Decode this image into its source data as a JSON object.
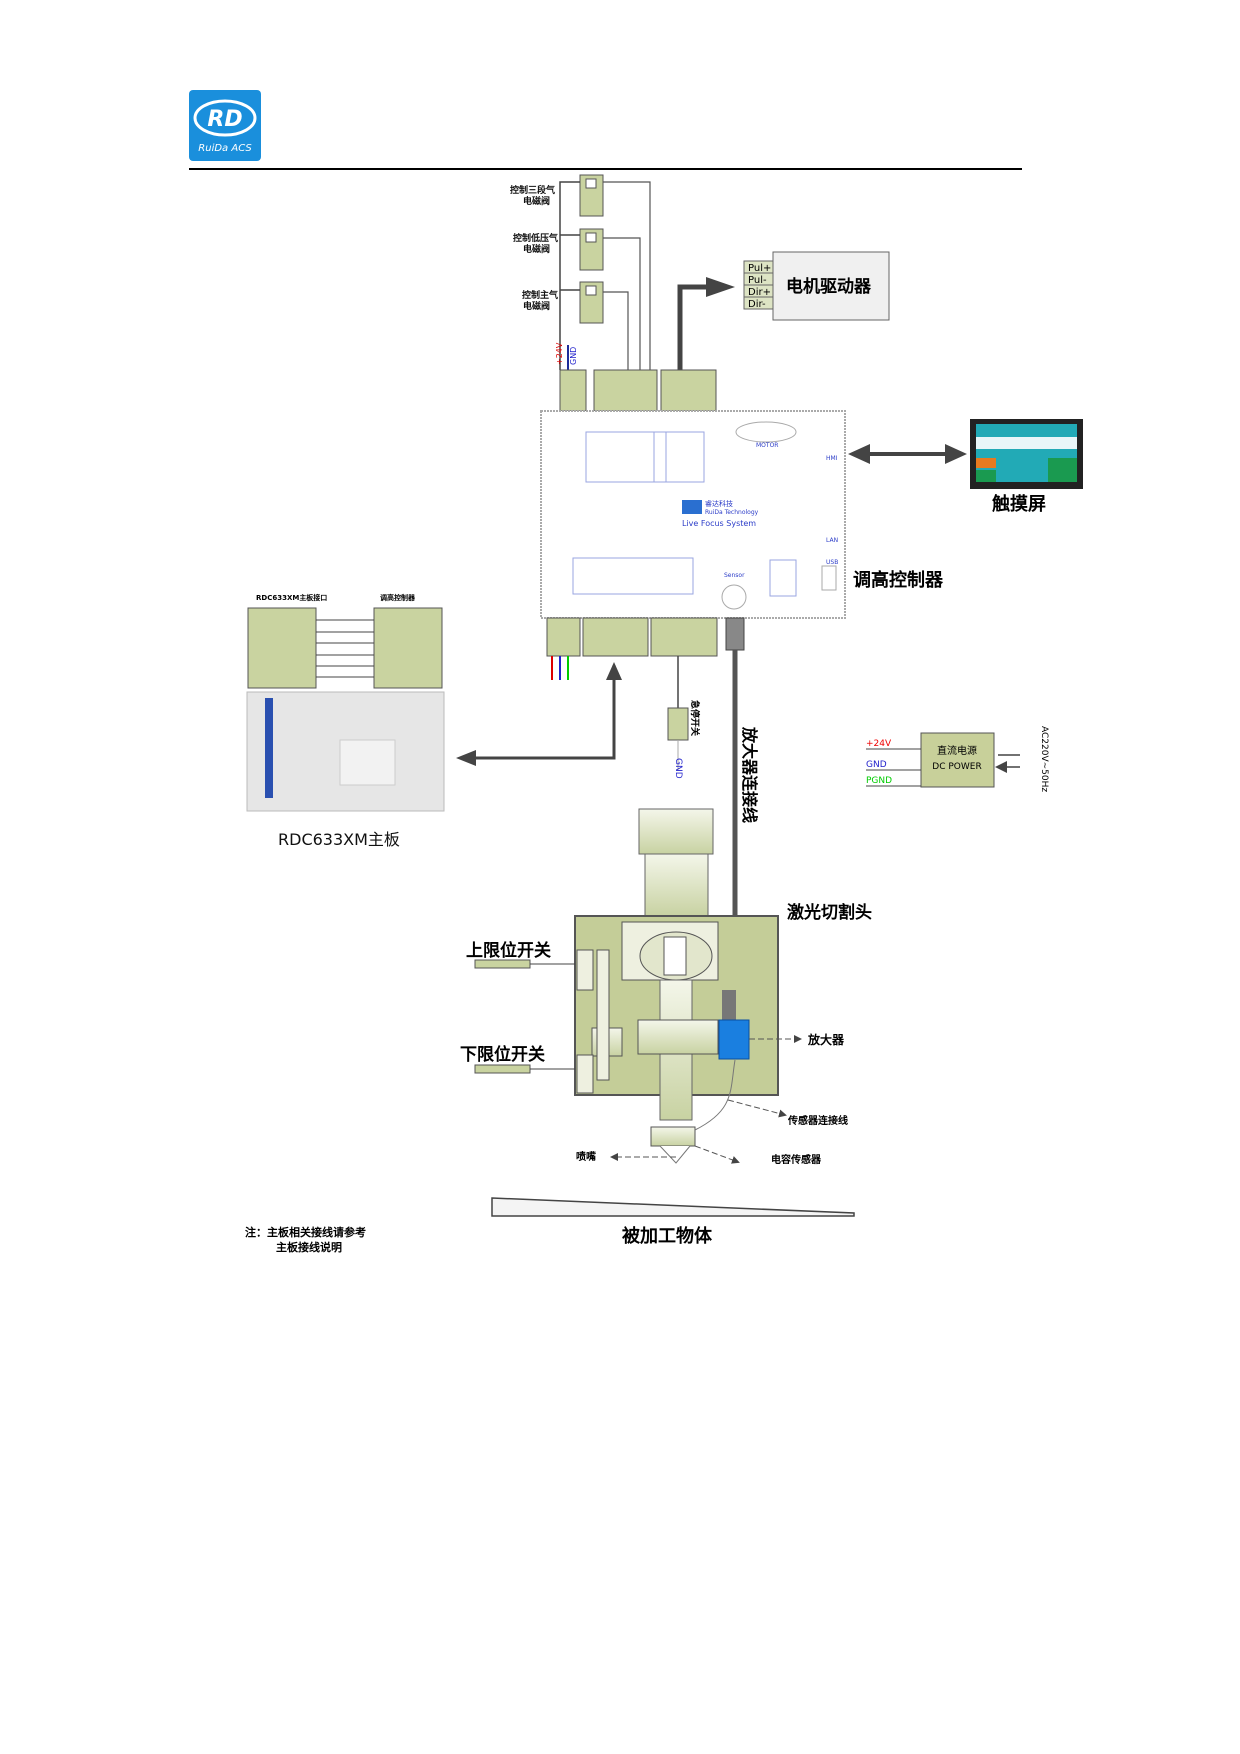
{
  "header": {
    "logo_text": "RD",
    "logo_subtitle": "RuiDa ACS"
  },
  "valves": [
    {
      "label_line1": "控制三段气",
      "label_line2": "电磁阀"
    },
    {
      "label_line1": "控制低压气",
      "label_line2": "电磁阀"
    },
    {
      "label_line1": "控制主气",
      "label_line2": "电磁阀"
    }
  ],
  "power_wires": {
    "plus24": "+24V",
    "gnd": "GND"
  },
  "motor_driver": {
    "title": "电机驱动器",
    "pins": [
      "Pul+",
      "Pul-",
      "Dir+",
      "Dir-"
    ]
  },
  "controller": {
    "label": "调高控制器",
    "brand_cn": "睿达科技",
    "brand_en": "RuiDa Technology",
    "system": "Live Focus System",
    "motor_port": "MOTOR",
    "hmi_port": "HMI",
    "lan_port": "LAN",
    "usb_port": "USB",
    "sensor_port": "Sensor"
  },
  "touch_screen": {
    "label": "触摸屏"
  },
  "mainboard": {
    "label": "RDC633XM主板",
    "interface_header": "RDC633XM主板接口",
    "controller_header": "调高控制器"
  },
  "alarm": {
    "label": "急停开关",
    "gnd": "GND"
  },
  "amp_cable": {
    "label": "放大器连接线"
  },
  "dc_power": {
    "title_cn": "直流电源",
    "title_en": "DC POWER",
    "plus24": "+24V",
    "gnd": "GND",
    "pgnd": "PGND",
    "ac_input": "AC220V~50Hz"
  },
  "laser_head": {
    "label": "激光切割头",
    "upper_limit": "上限位开关",
    "lower_limit": "下限位开关",
    "amplifier": "放大器",
    "sensor_cable": "传感器连接线",
    "nozzle": "喷嘴",
    "cap_sensor": "电容传感器"
  },
  "workpiece": {
    "label": "被加工物体"
  },
  "note": {
    "line1": "注：主板相关接线请参考",
    "line2": "主板接线说明"
  }
}
